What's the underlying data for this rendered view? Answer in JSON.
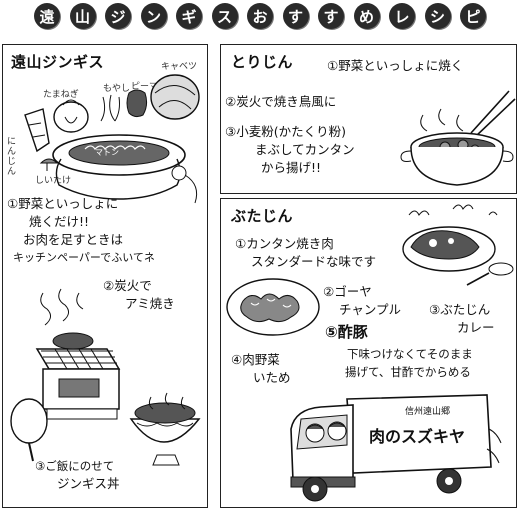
{
  "banner": {
    "chars": [
      "遠",
      "山",
      "ジ",
      "ン",
      "ギ",
      "ス",
      "お",
      "す",
      "す",
      "め",
      "レ",
      "シ",
      "ピ"
    ]
  },
  "jingisu": {
    "title": "遠山ジンギス",
    "veg_labels": {
      "onion": "たまねぎ",
      "sprout": "もやし",
      "pepper": "ピーマン",
      "cabbage": "キャベツ",
      "carrot": "にんじん",
      "shiitake": "しいたけ"
    },
    "pan_label": "マトン",
    "step1_lines": [
      "①野菜といっしょに",
      "焼くだけ!!",
      "お肉を足すときは",
      "キッチンペーパーでふいてネ"
    ],
    "step2_lines": [
      "②炭火で",
      "アミ焼き"
    ],
    "step3_lines": [
      "③ご飯にのせて",
      "ジンギス丼"
    ]
  },
  "torijin": {
    "title": "とりじん",
    "step1": "①野菜といっしょに焼く",
    "step2": "②炭火で焼き鳥風に",
    "step3_lines": [
      "③小麦粉(かたくり粉)",
      "まぶしてカンタン",
      "から揚げ!!"
    ]
  },
  "butajin": {
    "title": "ぶたじん",
    "step1_lines": [
      "①カンタン焼き肉",
      "スタンダードな味です"
    ],
    "step2_lines": [
      "②ゴーヤ",
      "チャンプル"
    ],
    "step3_lines": [
      "③ぶたじん",
      "カレー"
    ],
    "step4_lines": [
      "④肉野菜",
      "いため"
    ],
    "step5_title": "⑤酢豚",
    "step5_lines": [
      "下味つけなくてそのまま",
      "揚げて、甘酢でからめる"
    ],
    "truck_logo": "肉のスズキヤ",
    "truck_sub": "信州遠山郷"
  }
}
